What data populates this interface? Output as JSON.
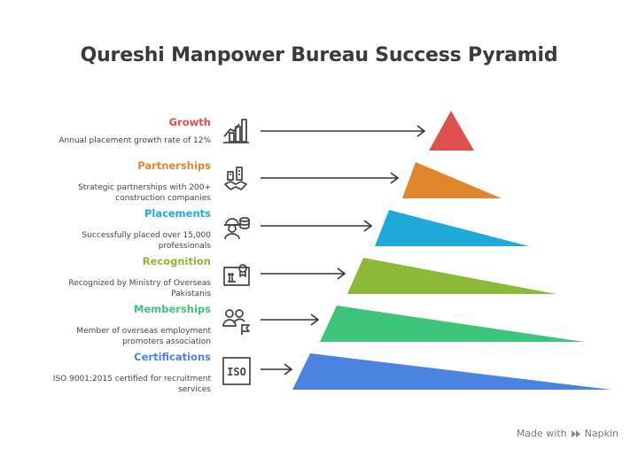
{
  "title": "Qureshi Manpower Bureau Success Pyramid",
  "levels": [
    {
      "label": "Growth",
      "description": "Annual placement growth rate of 12%",
      "color": "#e0504e",
      "icon": "growth-chart-icon"
    },
    {
      "label": "Partnerships",
      "description": "Strategic partnerships with 200+ construction companies",
      "color": "#e0862e",
      "icon": "handshake-buildings-icon"
    },
    {
      "label": "Placements",
      "description": "Successfully placed over 15,000 professionals",
      "color": "#1fa9d9",
      "icon": "worker-coins-icon"
    },
    {
      "label": "Recognition",
      "description": "Recognized by Ministry of Overseas Pakistanis",
      "color": "#8cba38",
      "icon": "certificate-icon"
    },
    {
      "label": "Memberships",
      "description": "Member of overseas employment promoters association",
      "color": "#3cc47a",
      "icon": "members-icon"
    },
    {
      "label": "Certifications",
      "description": "ISO 9001:2015 certified for recruitment services",
      "color": "#4a84e0",
      "icon": "iso-badge-icon"
    }
  ],
  "footer": {
    "made_with": "Made with",
    "brand": "Napkin"
  }
}
